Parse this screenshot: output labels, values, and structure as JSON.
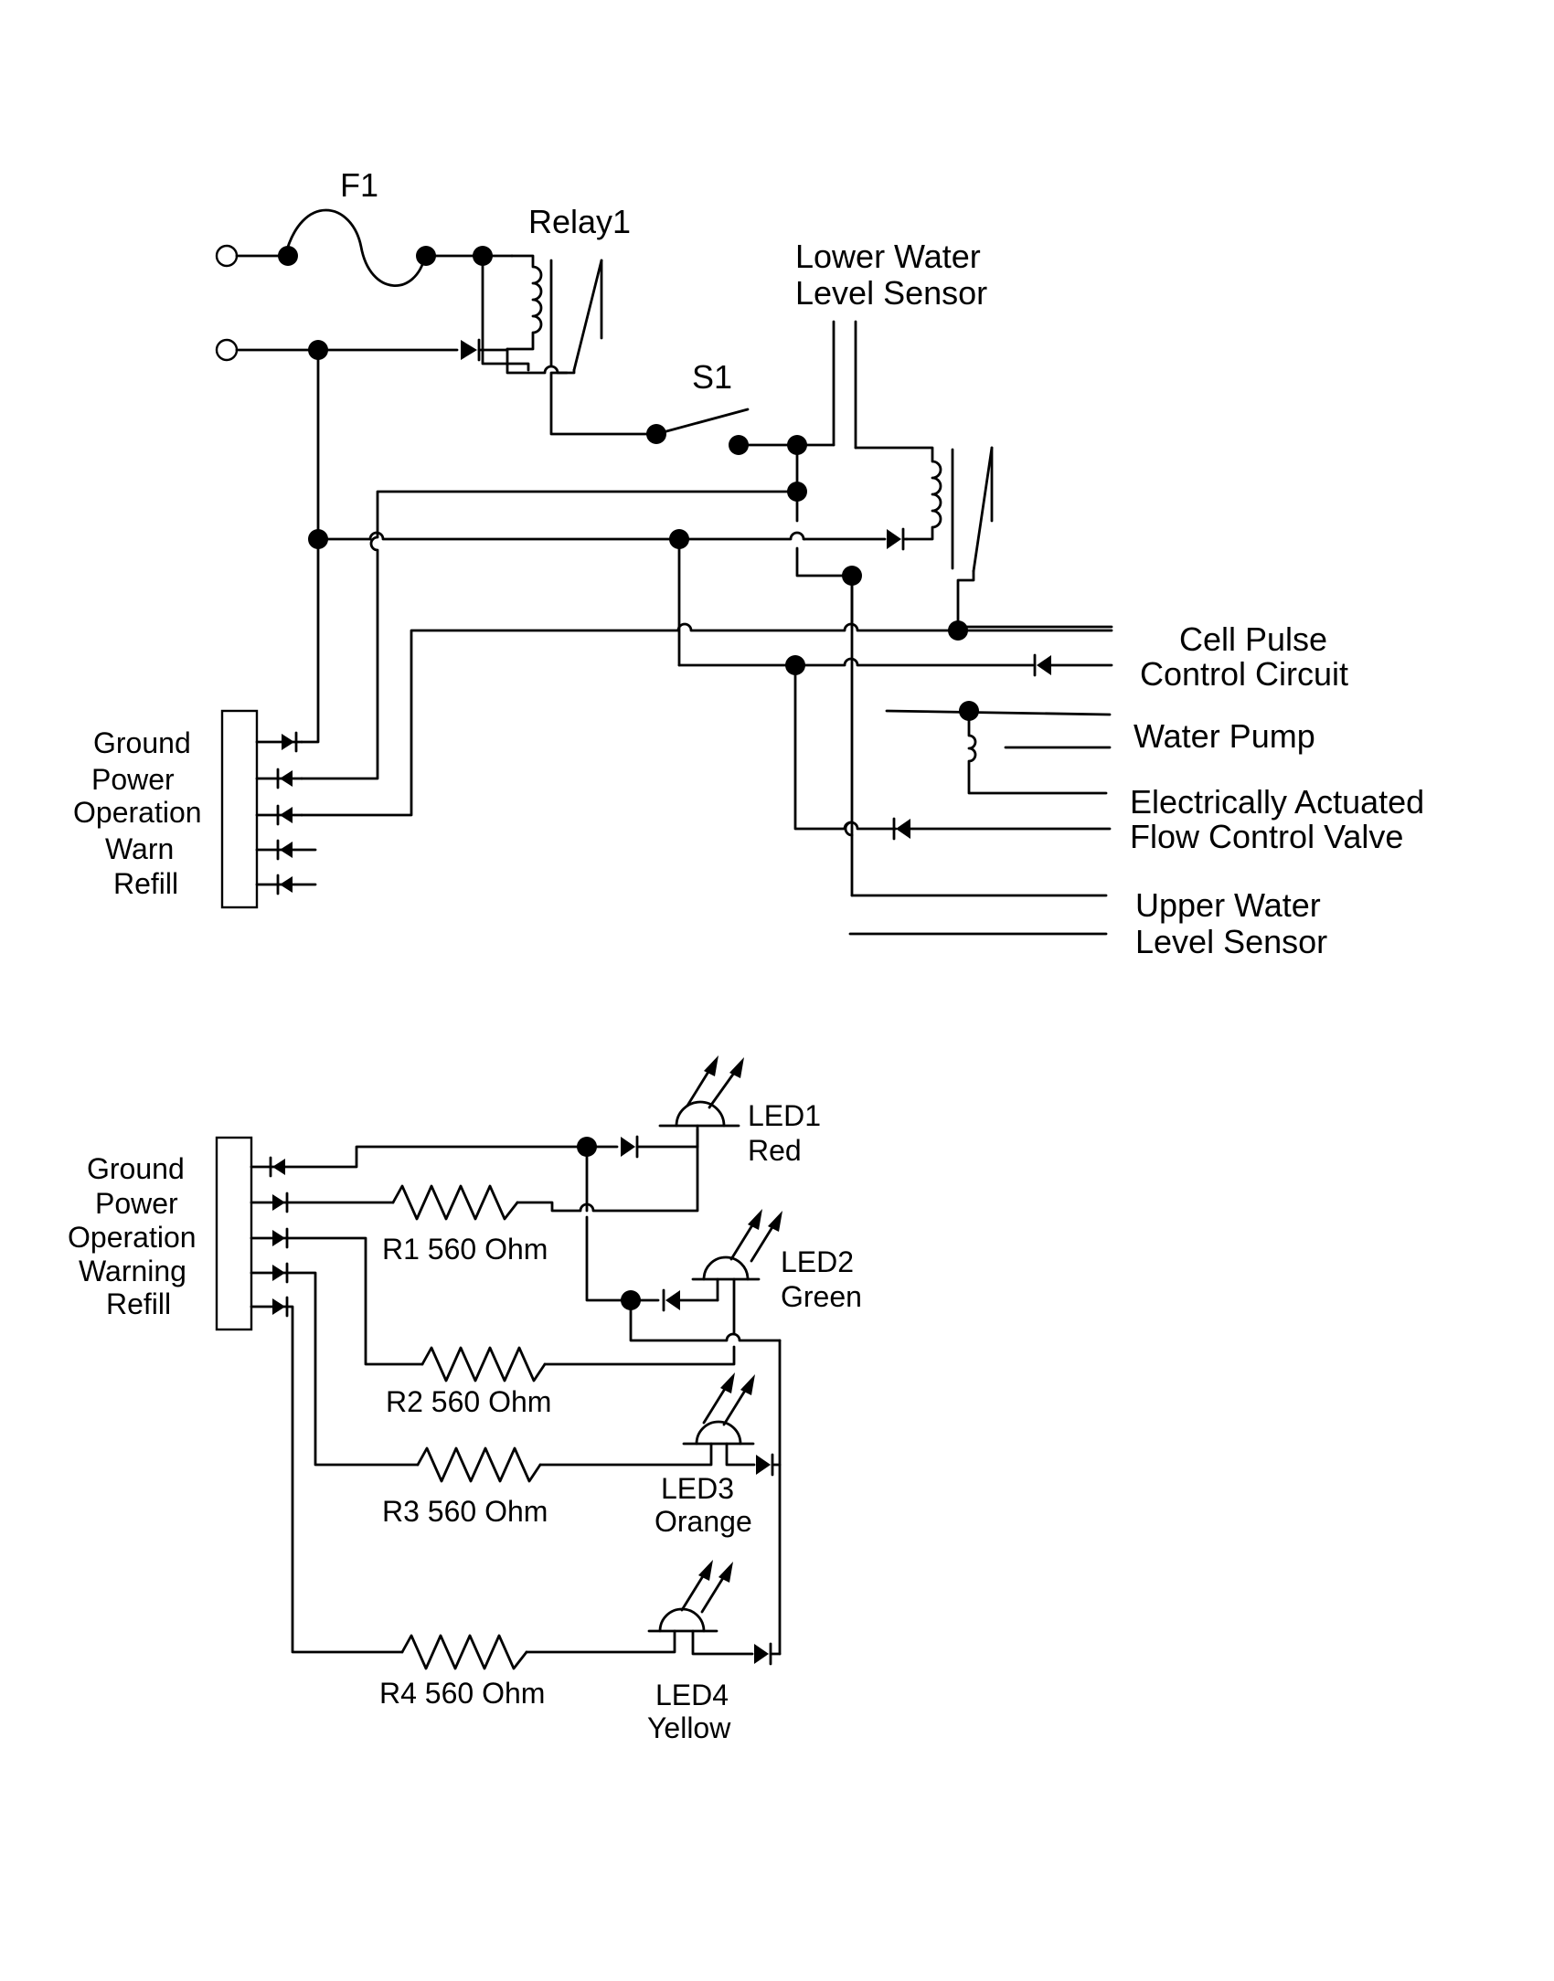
{
  "top_circuit": {
    "fuse_label": "F1",
    "relay_label": "Relay1",
    "switch_label": "S1",
    "lower_sensor_label": [
      "Lower Water",
      "Level Sensor"
    ],
    "cell_pulse_label": [
      "Cell Pulse",
      "Control Circuit"
    ],
    "water_pump_label": "Water Pump",
    "valve_label": [
      "Electrically Actuated",
      "Flow Control Valve"
    ],
    "upper_sensor_label": [
      "Upper Water",
      "Level Sensor"
    ],
    "connector_labels": [
      "Ground",
      "Power",
      "Operation",
      "Warn",
      "Refill"
    ]
  },
  "bottom_circuit": {
    "connector_labels": [
      "Ground",
      "Power",
      "Operation",
      "Warning",
      "Refill"
    ],
    "resistors": [
      "R1 560 Ohm",
      "R2  560 Ohm",
      "R3 560 Ohm",
      "R4 560 Ohm"
    ],
    "leds": [
      {
        "name": "LED1",
        "color": "Red"
      },
      {
        "name": "LED2",
        "color": "Green"
      },
      {
        "name": "LED3",
        "color": "Orange"
      },
      {
        "name": "LED4",
        "color": "Yellow"
      }
    ]
  }
}
